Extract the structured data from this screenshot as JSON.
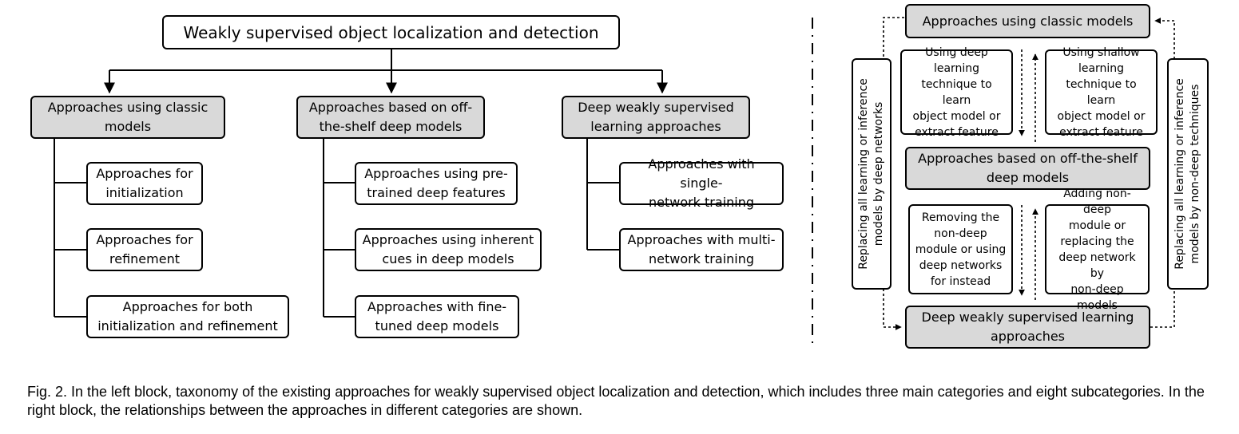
{
  "left_block": {
    "root": "Weakly supervised object localization and detection",
    "categories": [
      {
        "label": "Approaches using classic\nmodels",
        "subcategories": [
          "Approaches for\ninitialization",
          "Approaches for\nrefinement",
          "Approaches for both\ninitialization and refinement"
        ]
      },
      {
        "label": "Approaches based on off-\nthe-shelf deep models",
        "subcategories": [
          "Approaches using pre-\ntrained deep features",
          "Approaches using inherent\ncues in deep models",
          "Approaches with fine-\ntuned deep models"
        ]
      },
      {
        "label": "Deep weakly supervised\nlearning approaches",
        "subcategories": [
          "Approaches with single-\nnetwork training",
          "Approaches with multi-\nnetwork training"
        ]
      }
    ]
  },
  "right_block": {
    "classic": "Approaches using classic models",
    "offshelf": "Approaches based on off-the-shelf\ndeep models",
    "deep": "Deep weakly supervised learning\napproaches",
    "rel_classic_to_offshelf": "Using deep\nlearning\ntechnique to learn\nobject model or\nextract feature",
    "rel_offshelf_to_classic": "Using shallow\nlearning\ntechnique to learn\nobject model or\nextract feature",
    "rel_offshelf_to_deep": "Removing the\nnon-deep\nmodule or using\ndeep networks\nfor instead",
    "rel_deep_to_offshelf": "Adding non-deep\nmodule or\nreplacing the\ndeep network by\nnon-deep models",
    "side_left": "Replacing all learning or inference\nmodels by deep networks",
    "side_right": "Replacing all learning or inference\nmodels by non-deep techniques"
  },
  "caption": "Fig. 2. In the left block, taxonomy of the existing approaches for weakly supervised object localization and detection, which includes three main categories and eight subcategories. In the right block, the relationships between the approaches in different categories are shown."
}
